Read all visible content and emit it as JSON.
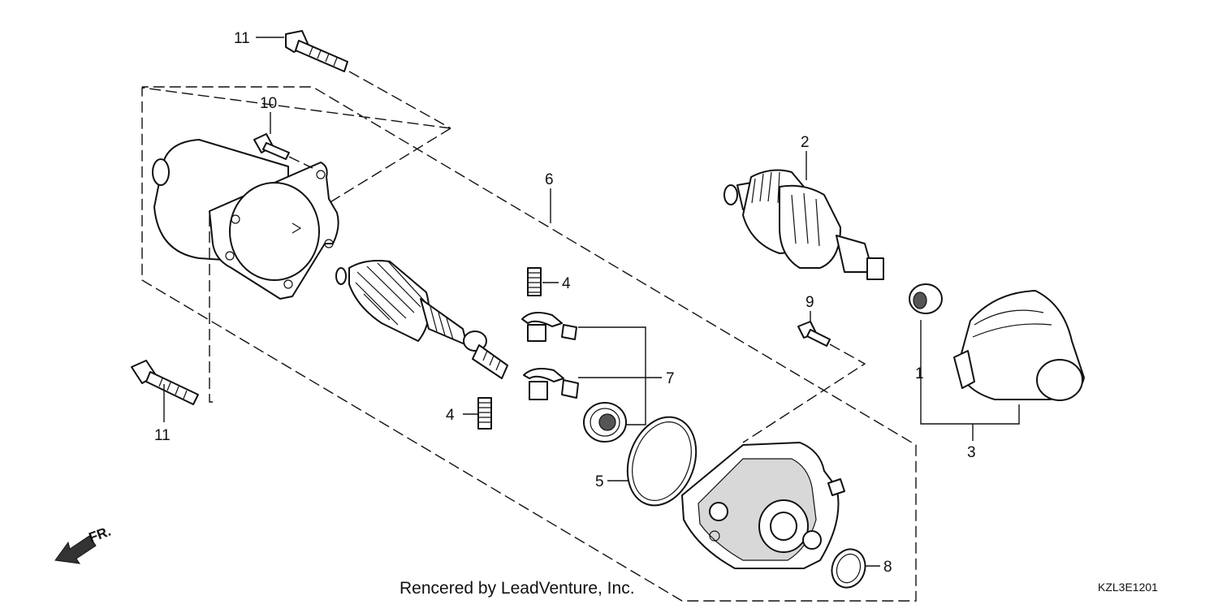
{
  "callouts": [
    "1",
    "2",
    "3",
    "4",
    "5",
    "6",
    "7",
    "8",
    "9",
    "10",
    "11"
  ],
  "direction_label": "FR.",
  "credit": "Rencered by LeadVenture, Inc.",
  "diagram_code": "KZL3E1201",
  "colors": {
    "line": "#111111",
    "background": "#ffffff",
    "shading": "#d8d8d8"
  }
}
